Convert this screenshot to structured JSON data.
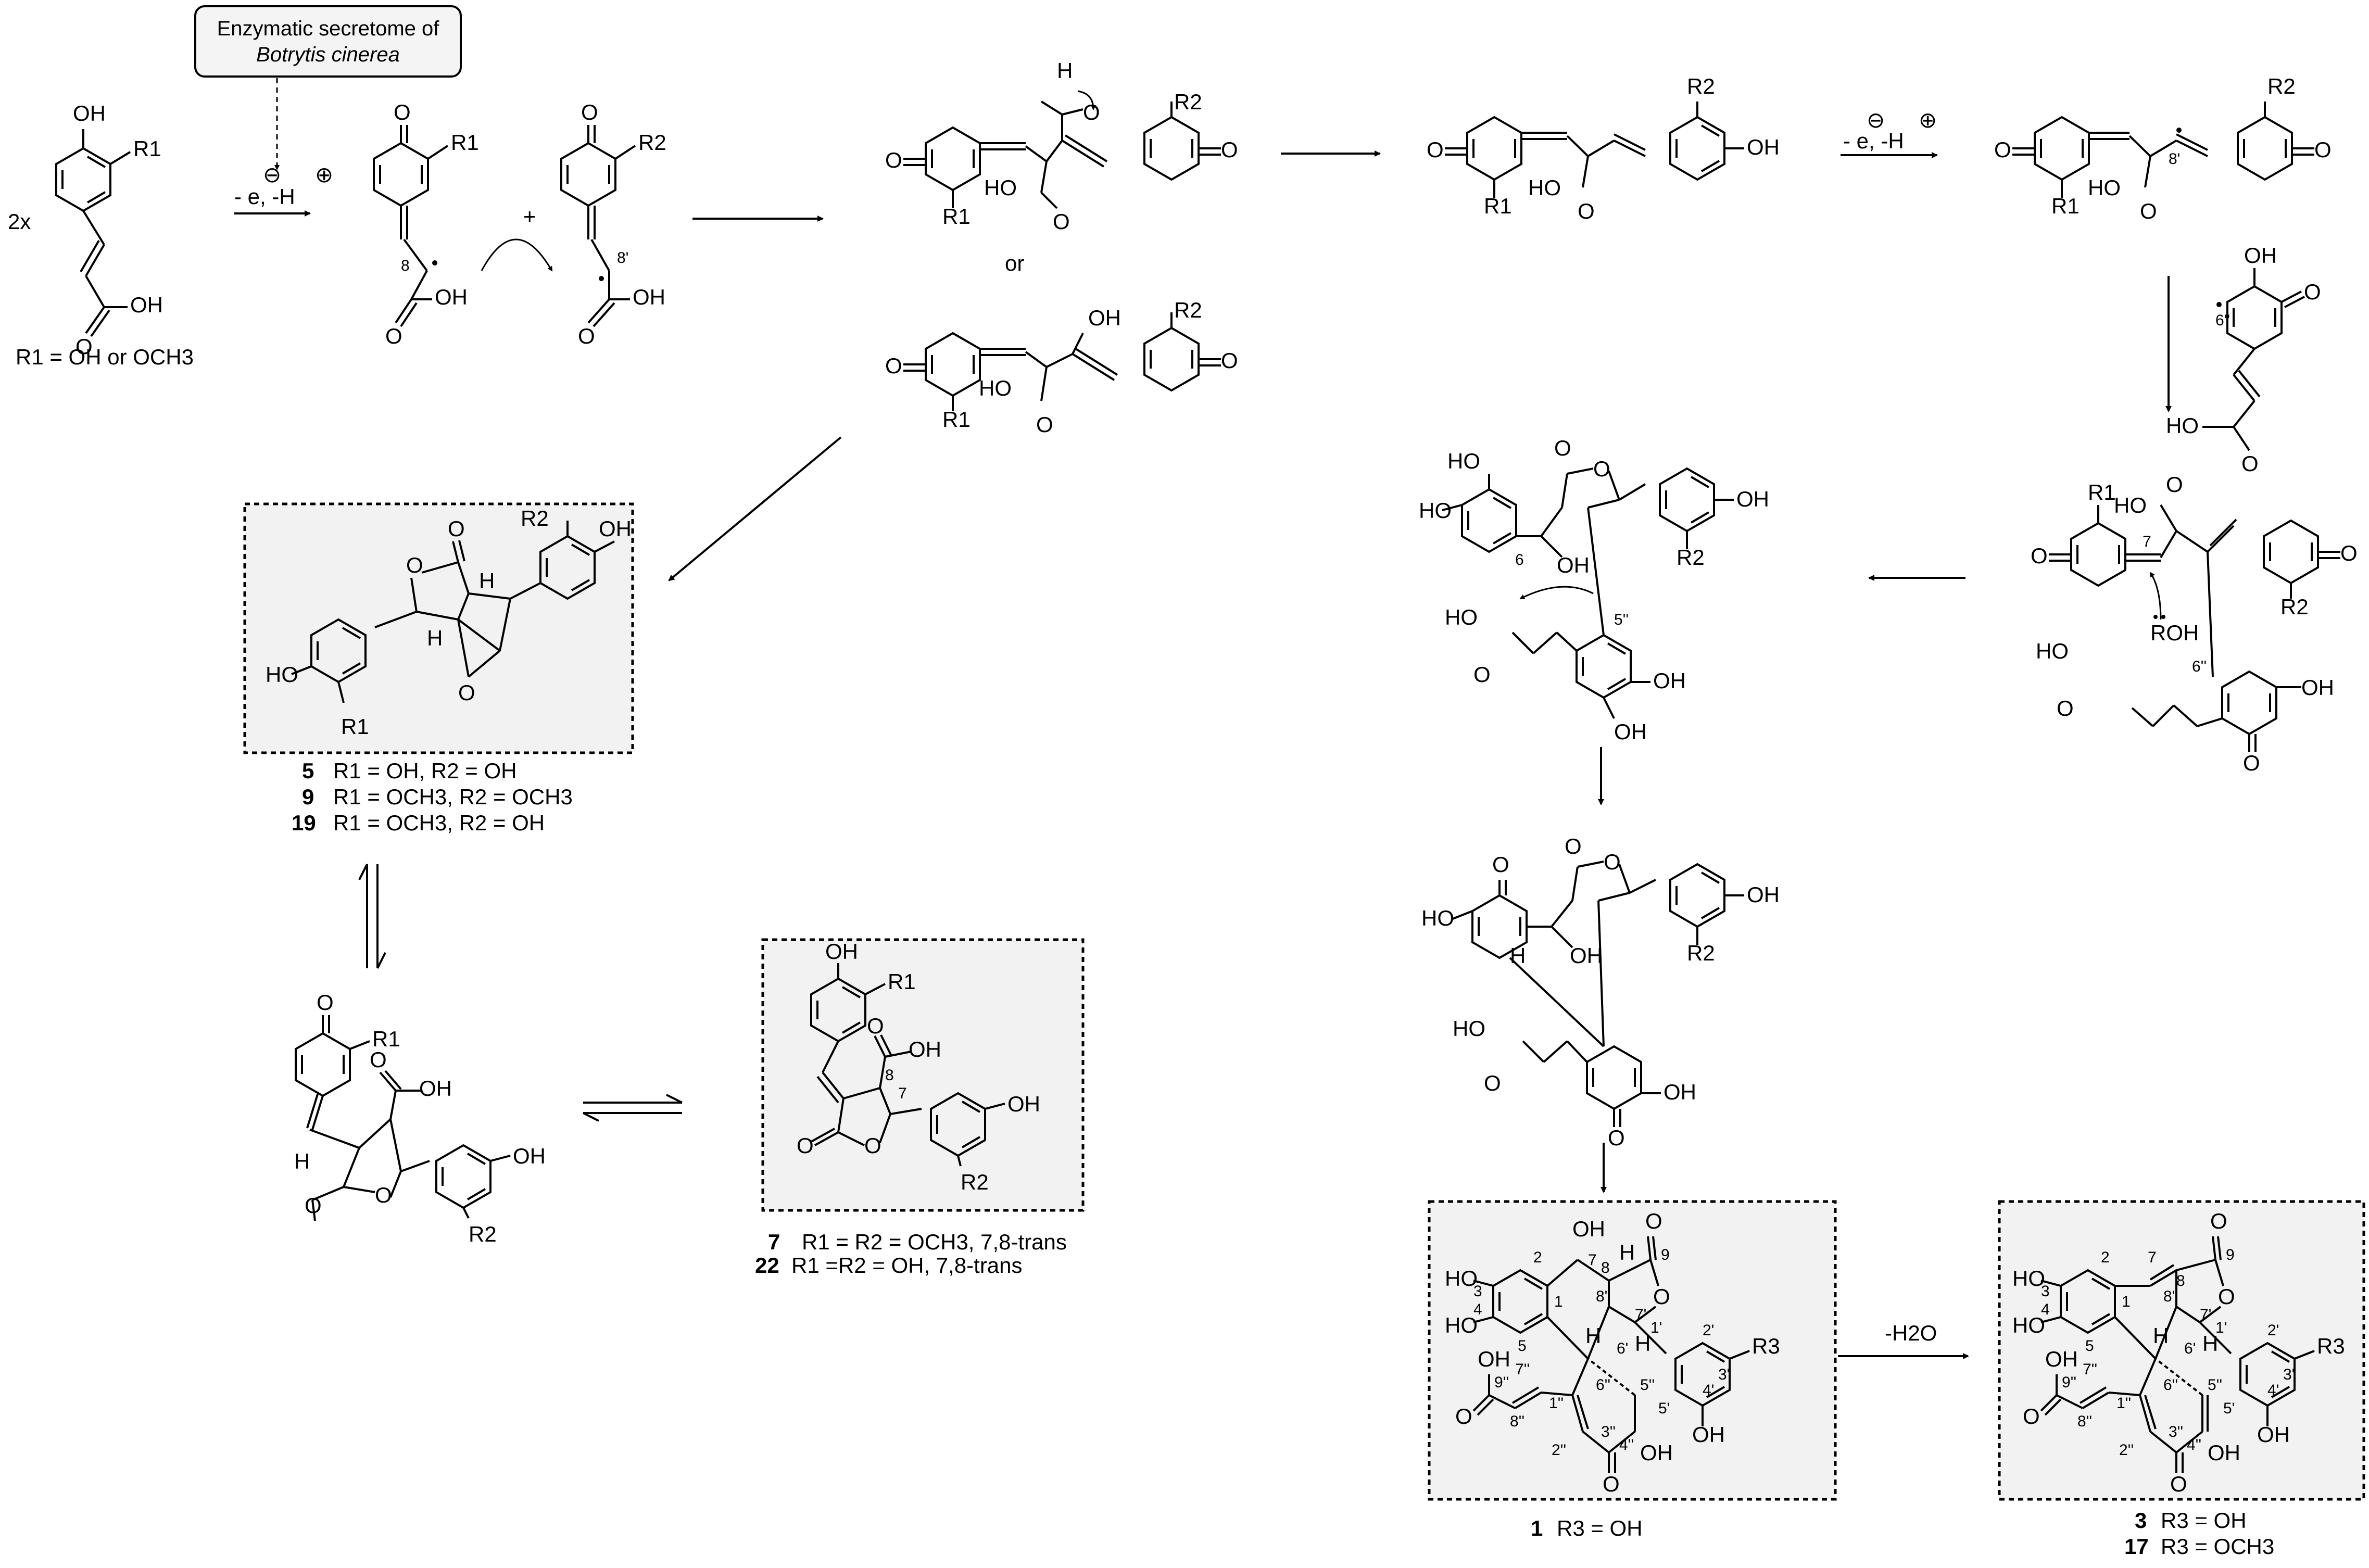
{
  "enzyme_box": {
    "line1": "Enzymatic secretome  of",
    "line2": "Botrytis cinerea"
  },
  "oxidation_label": "- e, -H",
  "minus_sign": "⊖",
  "plus_sign": "⊕",
  "prefix_2x": "2x",
  "r1_note": "R1 = OH or OCH3",
  "or_text": "or",
  "plus_text": "+",
  "dehydration_label": "-H2O",
  "compounds": {
    "c5": {
      "id": "5",
      "text": "R1 = OH, R2 = OH"
    },
    "c9": {
      "id": "9",
      "text": "R1 = OCH3, R2 = OCH3"
    },
    "c19": {
      "id": "19",
      "text": "R1 = OCH3, R2 = OH"
    },
    "c7": {
      "id": "7",
      "text": "R1 = R2 = OCH3, 7,8-trans"
    },
    "c22": {
      "id": "22",
      "text": "R1 =R2 = OH, 7,8-trans"
    },
    "c1": {
      "id": "1",
      "text": "R3 = OH"
    },
    "c3": {
      "id": "3",
      "text": "R3 = OH"
    },
    "c17": {
      "id": "17",
      "text": "R3 = OCH3"
    }
  },
  "atoms": {
    "oh": "OH",
    "o": "O",
    "h": "H",
    "r1": "R1",
    "r2": "R2",
    "r3": "R3",
    "ho": "HO",
    "roh": "ROH",
    "h2o": "H2O"
  },
  "positions": {
    "p8": "8",
    "p8p": "8'",
    "p6pp": "6''",
    "p7": "7",
    "p6": "6",
    "p5pp": "5''",
    "n1": "1",
    "n2": "2",
    "n3": "3",
    "n4": "4",
    "n5": "5",
    "n9": "9",
    "n1p": "1'",
    "n2p": "2'",
    "n3p": "3'",
    "n4p": "4'",
    "n5p": "5'",
    "n6p": "6'",
    "n7p": "7'",
    "n1pp": "1''",
    "n2pp": "2''",
    "n3pp": "3''",
    "n4pp": "4''",
    "n7pp": "7''",
    "n8pp": "8''",
    "n9pp": "9''"
  }
}
